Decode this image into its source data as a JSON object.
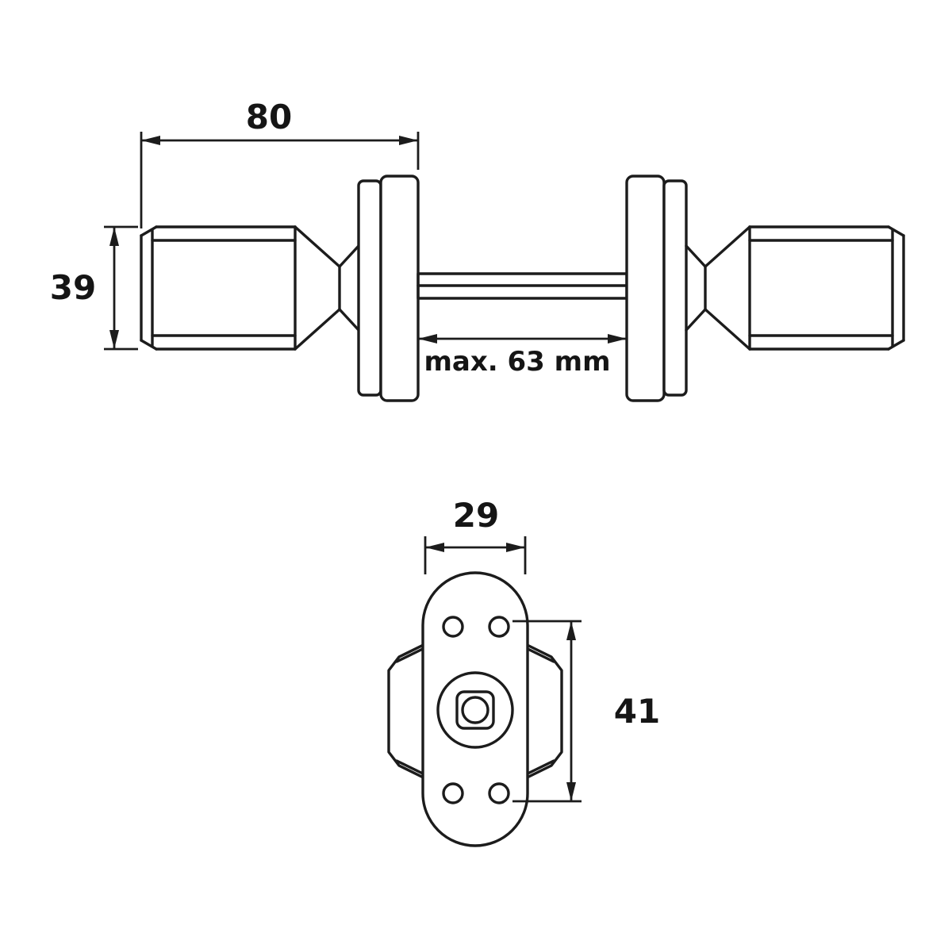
{
  "page": {
    "background": "#ffffff",
    "line_color": "#1c1c1c"
  },
  "side_view": {
    "dim_overall_width": "80",
    "dim_knob_height": "39",
    "dim_spindle_length": "max. 63 mm"
  },
  "front_view": {
    "dim_rosette_width": "29",
    "dim_hole_spacing": "41"
  }
}
